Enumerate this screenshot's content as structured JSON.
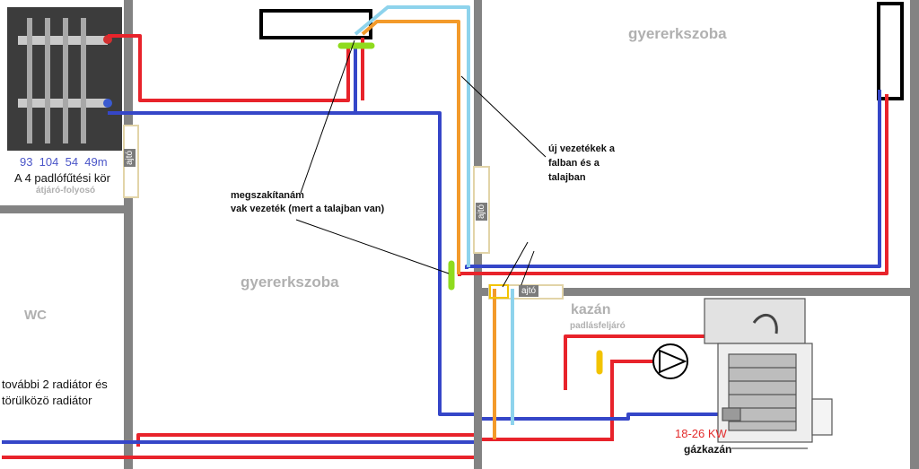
{
  "colors": {
    "wall": "#838383",
    "supply": "#e8232b",
    "return": "#3546c8",
    "new_orange": "#f39a2a",
    "new_light_blue": "#8ed3ec",
    "marker_green": "#8fdb1e",
    "marker_yellow": "#f2c300",
    "door_frame": "#e2d4a8",
    "door_label_bg": "#7b7b7b",
    "room_label": "#b0b0b0",
    "lengths": "#4a55c8",
    "boiler_power": "#e32b2b"
  },
  "rooms": {
    "room_top_right": "gyererkszoba",
    "room_middle": "gyererkszoba",
    "wc": "WC",
    "boiler_room": "kazán",
    "boiler_room_sub": "padlásfeljáró",
    "hallway_sub": "átjáró-folyosó"
  },
  "manifold": {
    "lengths": "93  104  54  49m",
    "title": "A 4 padlófűtési kör",
    "icon": "floor-heating-manifold-photo"
  },
  "doors": [
    "ajtó",
    "ajtó",
    "ajtó"
  ],
  "annotations": {
    "cut_line_1": "megszakítanám",
    "cut_line_2": "vak vezeték (mert a talajban van)",
    "new_pipes_1": "új vezetékek a",
    "new_pipes_2": "falban és a",
    "new_pipes_3": "talajban",
    "wc_radiators_1": "további 2 radiátor és",
    "wc_radiators_2": "törülközö radiátor"
  },
  "boiler": {
    "power": "18-26 KW",
    "name": "gázkazán",
    "icons": [
      "circulation-pump-icon",
      "gas-boiler-cutaway-icon"
    ]
  }
}
